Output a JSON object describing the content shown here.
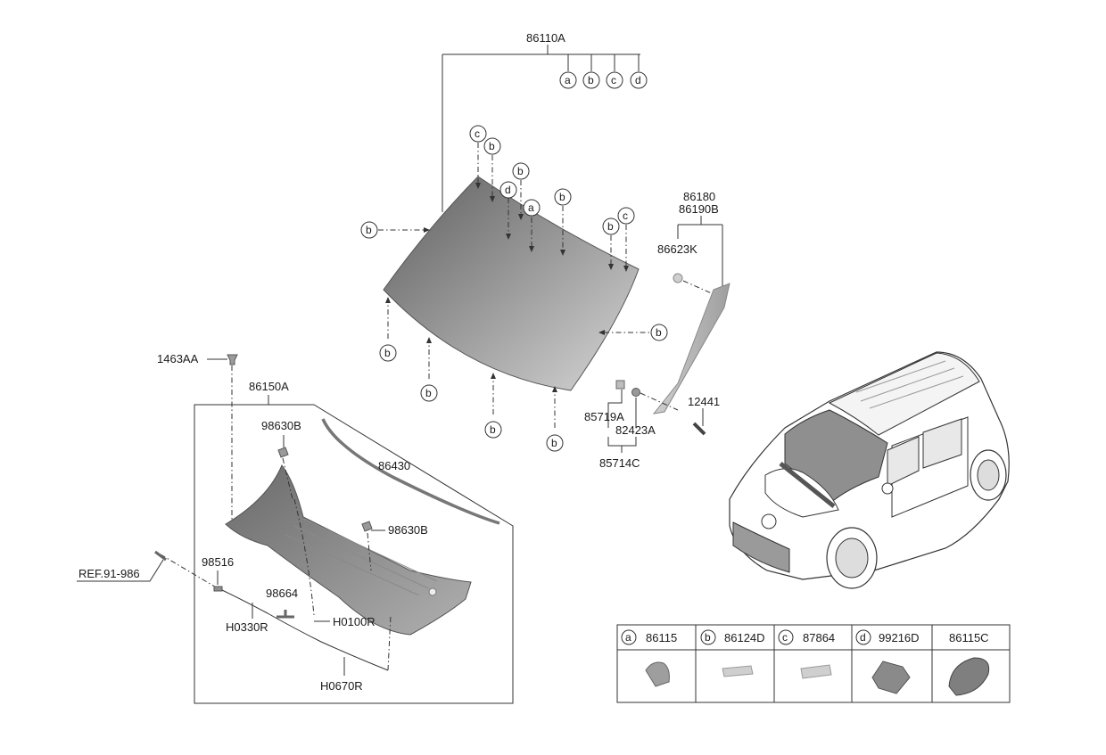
{
  "top_part": {
    "number": "86110A",
    "refs": [
      "a",
      "b",
      "c",
      "d"
    ]
  },
  "windshield_callouts": [
    "c",
    "b",
    "b",
    "d",
    "a",
    "b",
    "b",
    "c",
    "b",
    "b",
    "b",
    "b",
    "b",
    "b"
  ],
  "pillar": {
    "numbers": [
      "86180",
      "86190B"
    ],
    "clip": "86623K",
    "bolt": "12441"
  },
  "fasteners": {
    "part1": "85719A",
    "part2": "82423A",
    "assy": "85714C"
  },
  "cowl": {
    "cover": "86150A",
    "screw": "1463AA",
    "nozzle_left": "98630B",
    "nozzle_right": "98630B",
    "weatherstrip": "86430",
    "ref": "REF.91-986",
    "valve": "98516",
    "check": "98664",
    "hose1": "H0100R",
    "hose2": "H0330R",
    "hose3": "H0670R"
  },
  "legend": [
    {
      "key": "a",
      "part": "86115"
    },
    {
      "key": "b",
      "part": "86124D"
    },
    {
      "key": "c",
      "part": "87864"
    },
    {
      "key": "d",
      "part": "99216D"
    },
    {
      "key": "",
      "part": "86115C"
    }
  ],
  "colors": {
    "glass_dark": "#6e6e6e",
    "glass_light": "#d0d0d0",
    "line": "#333333"
  }
}
